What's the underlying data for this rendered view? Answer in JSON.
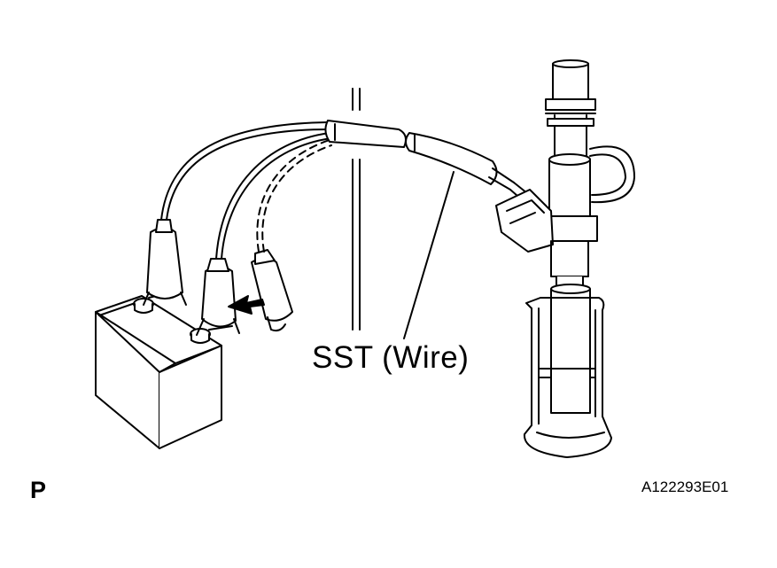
{
  "labels": {
    "sst": "SST (Wire)",
    "page_letter": "P",
    "figure_code": "A122293E01"
  },
  "colors": {
    "line": "#000000",
    "background": "#ffffff"
  }
}
